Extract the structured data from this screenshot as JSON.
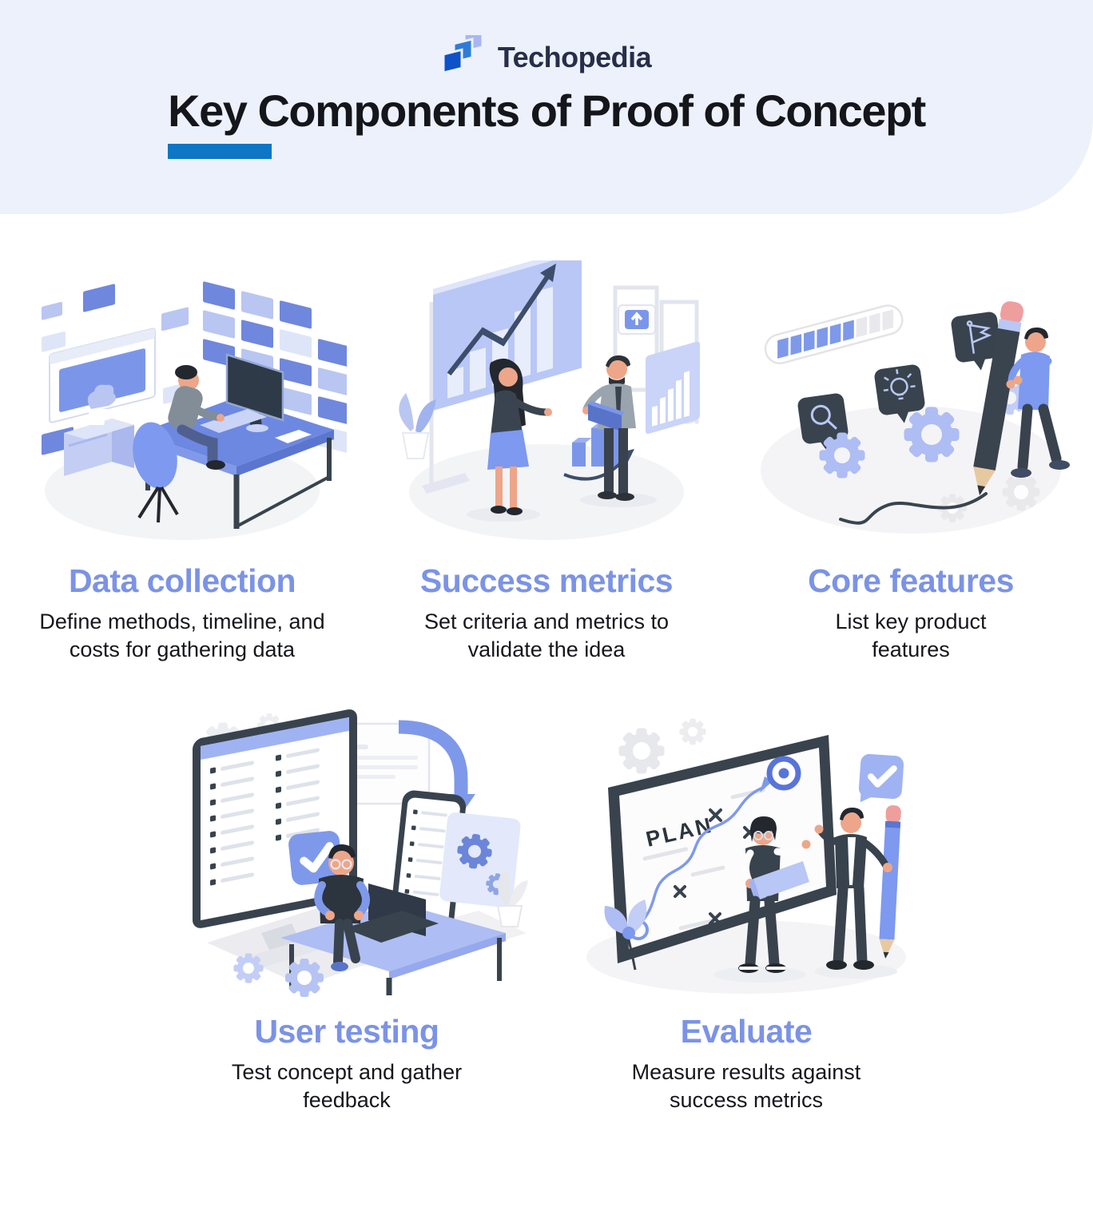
{
  "header": {
    "brand": "Techopedia",
    "title": "Key Components of Proof of Concept"
  },
  "sections": [
    {
      "id": "data-collection",
      "title": "Data collection",
      "description": "Define methods, timeline, and costs for gathering data",
      "illustration": "person-at-desk-with-floating-data-cards"
    },
    {
      "id": "success-metrics",
      "title": "Success metrics",
      "description": "Set criteria and metrics to validate the idea",
      "illustration": "two-people-discussing-growth-chart-presentation"
    },
    {
      "id": "core-features",
      "title": "Core features",
      "description": "List key product features",
      "illustration": "man-with-giant-pencil-gears-progress-bar"
    },
    {
      "id": "user-testing",
      "title": "User testing",
      "description": "Test concept and gather feedback",
      "illustration": "person-on-laptop-with-checklist-screens"
    },
    {
      "id": "evaluate",
      "title": "Evaluate",
      "description": "Measure results against success metrics",
      "illustration": "two-people-reviewing-plan-board-with-target"
    }
  ],
  "illustrations": {
    "evaluate_board_label": "PLAN"
  },
  "icons": [
    "techopedia-logo-mark",
    "gear-icon",
    "magnifier-icon",
    "lightbulb-icon",
    "flag-icon",
    "checkmark-badge-icon",
    "bullseye-target-icon",
    "progress-bar",
    "upload-icon",
    "growth-arrow-icon"
  ],
  "colors": {
    "header_bg": "#edf1fb",
    "title_text": "#14161b",
    "title_underline": "#0e76c4",
    "section_heading": "#7b93e6",
    "body_text": "#15171c",
    "logo_dark_blue": "#0d52c9",
    "logo_mid_blue": "#2e7cd9",
    "logo_light_blue": "#a9b6f2",
    "logo_text": "#272e49",
    "illustration_blue": "#7b96e9",
    "illustration_light_blue": "#b9c7f4",
    "illustration_dark_slate": "#39434e",
    "illustration_skin": "#eda689",
    "illustration_pink": "#ef9e9e",
    "floor_gray": "#f3f4f6"
  }
}
